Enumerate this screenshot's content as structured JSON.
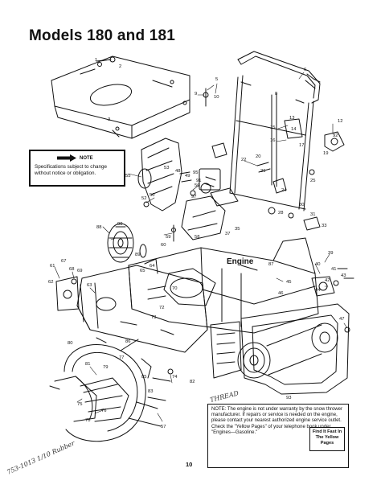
{
  "title": "Models 180 and 181",
  "note_box": {
    "label": "NOTE",
    "text": "Specifications subject to change without notice or obligation."
  },
  "engine_label": "Engine",
  "warranty_note": {
    "text": "NOTE: The engine is not under warranty by the snow thrower manufacturer. If repairs or service is needed on the engine, please contact your nearest authorized engine service outlet. Check the \"Yellow Pages\" of your telephone book under \"Engines—Gasoline.\"",
    "callout": "Find It Fast In The Yellow Pages"
  },
  "page_number": "10",
  "handwriting": {
    "left_note": "753-1013 1/10 Rubber",
    "thread_note": "THREAD"
  },
  "callouts": [
    {
      "id": "c1",
      "text": "1"
    },
    {
      "id": "c2",
      "text": "2"
    },
    {
      "id": "c3",
      "text": "3"
    },
    {
      "id": "c5",
      "text": "5"
    },
    {
      "id": "c6",
      "text": "6"
    },
    {
      "id": "c8",
      "text": "8"
    },
    {
      "id": "c9",
      "text": "9"
    },
    {
      "id": "c10",
      "text": "10"
    },
    {
      "id": "c12",
      "text": "12"
    },
    {
      "id": "c13",
      "text": "13"
    },
    {
      "id": "c14",
      "text": "14"
    },
    {
      "id": "c15",
      "text": "15"
    },
    {
      "id": "c16",
      "text": "16"
    },
    {
      "id": "c17",
      "text": "17"
    },
    {
      "id": "c19",
      "text": "19"
    },
    {
      "id": "c20",
      "text": "20"
    },
    {
      "id": "c21",
      "text": "21"
    },
    {
      "id": "c22",
      "text": "22"
    },
    {
      "id": "c24",
      "text": "24"
    },
    {
      "id": "c25",
      "text": "25"
    },
    {
      "id": "c28",
      "text": "28"
    },
    {
      "id": "c30",
      "text": "30"
    },
    {
      "id": "c31",
      "text": "31"
    },
    {
      "id": "c33",
      "text": "33"
    },
    {
      "id": "c35",
      "text": "35"
    },
    {
      "id": "c37",
      "text": "37"
    },
    {
      "id": "c39",
      "text": "39"
    },
    {
      "id": "c40",
      "text": "40"
    },
    {
      "id": "c41",
      "text": "41"
    },
    {
      "id": "c42",
      "text": "42"
    },
    {
      "id": "c43",
      "text": "43"
    },
    {
      "id": "c44",
      "text": "44"
    },
    {
      "id": "c45",
      "text": "45"
    },
    {
      "id": "c46",
      "text": "46"
    },
    {
      "id": "c47",
      "text": "47"
    },
    {
      "id": "c48",
      "text": "48"
    },
    {
      "id": "c49",
      "text": "49"
    },
    {
      "id": "c50",
      "text": "50"
    },
    {
      "id": "c52",
      "text": "52"
    },
    {
      "id": "c53",
      "text": "53"
    },
    {
      "id": "c55",
      "text": "55"
    },
    {
      "id": "c56",
      "text": "56"
    },
    {
      "id": "c57",
      "text": "57"
    },
    {
      "id": "c58",
      "text": "58"
    },
    {
      "id": "c59",
      "text": "59"
    },
    {
      "id": "c60",
      "text": "60"
    },
    {
      "id": "c61",
      "text": "61"
    },
    {
      "id": "c62",
      "text": "62"
    },
    {
      "id": "c63",
      "text": "63"
    },
    {
      "id": "c64",
      "text": "64"
    },
    {
      "id": "c65",
      "text": "65"
    },
    {
      "id": "c67",
      "text": "67"
    },
    {
      "id": "c68",
      "text": "68"
    },
    {
      "id": "c69",
      "text": "69"
    },
    {
      "id": "c70",
      "text": "70"
    },
    {
      "id": "c72",
      "text": "72"
    },
    {
      "id": "c73",
      "text": "73"
    },
    {
      "id": "c74",
      "text": "74"
    },
    {
      "id": "c75",
      "text": "75"
    },
    {
      "id": "c76",
      "text": "76"
    },
    {
      "id": "c77",
      "text": "77"
    },
    {
      "id": "c78",
      "text": "78"
    },
    {
      "id": "c79",
      "text": "79"
    },
    {
      "id": "c80",
      "text": "80"
    },
    {
      "id": "c81",
      "text": "81"
    },
    {
      "id": "c82",
      "text": "82"
    },
    {
      "id": "c83",
      "text": "83"
    },
    {
      "id": "c85",
      "text": "85"
    },
    {
      "id": "c86",
      "text": "86"
    },
    {
      "id": "c87",
      "text": "87"
    },
    {
      "id": "c88",
      "text": "88"
    },
    {
      "id": "c89",
      "text": "89"
    },
    {
      "id": "c90",
      "text": "90"
    },
    {
      "id": "c91",
      "text": "91"
    },
    {
      "id": "c92",
      "text": "92"
    },
    {
      "id": "c93",
      "text": "93"
    },
    {
      "id": "c95",
      "text": "95"
    },
    {
      "id": "c97",
      "text": "97"
    }
  ]
}
